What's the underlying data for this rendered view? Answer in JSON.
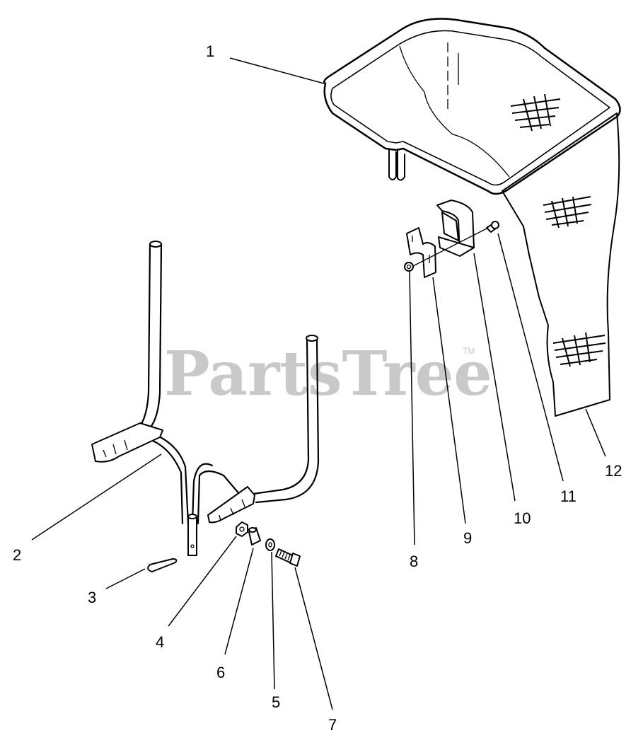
{
  "watermark": {
    "text": "PartsTree",
    "trademark": "TM"
  },
  "callouts": [
    "1",
    "2",
    "3",
    "4",
    "5",
    "6",
    "7",
    "8",
    "9",
    "10",
    "11",
    "12"
  ]
}
